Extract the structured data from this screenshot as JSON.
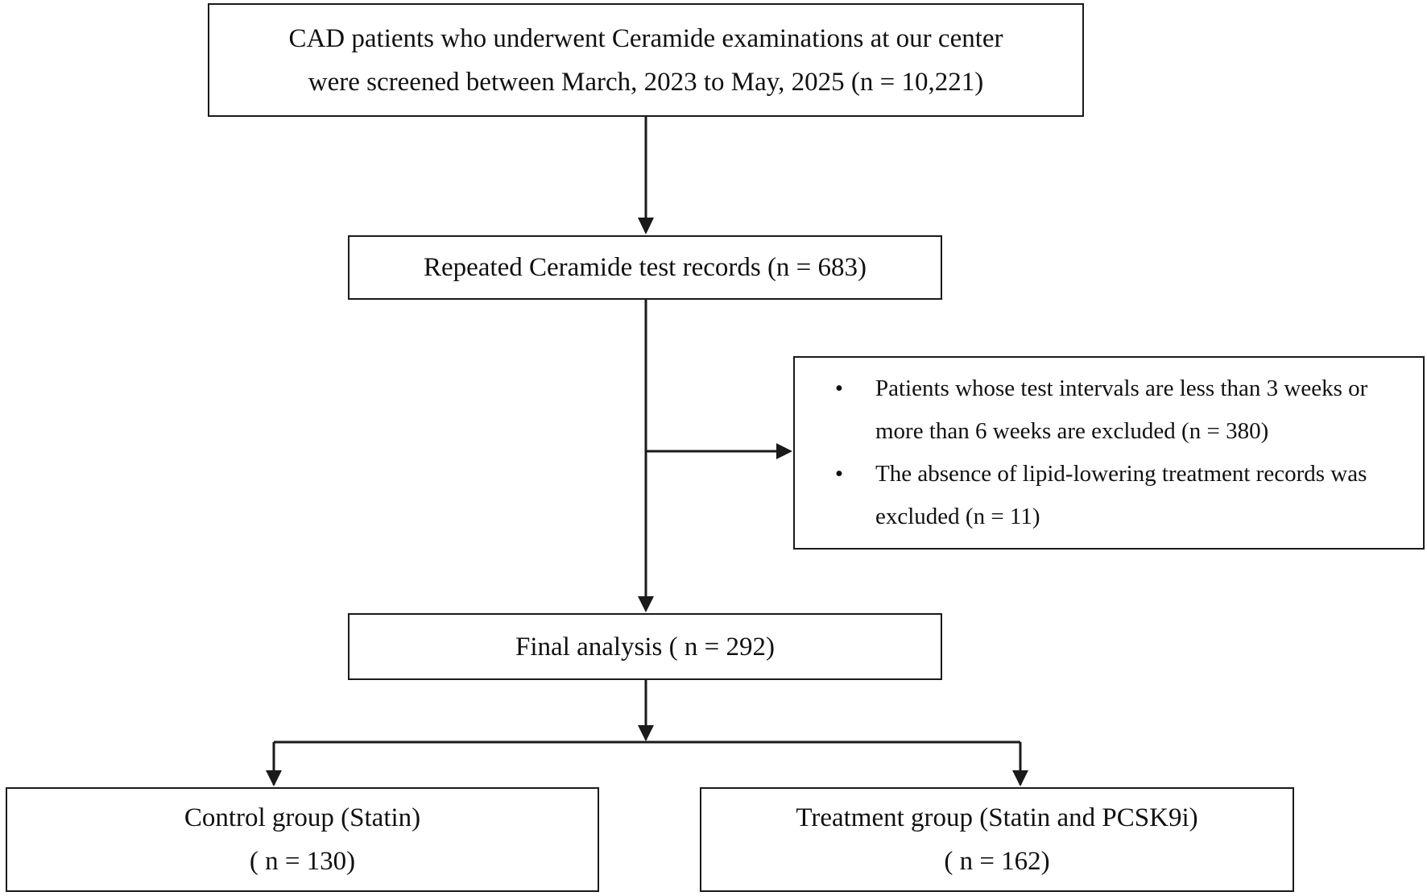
{
  "boxes": {
    "screened": {
      "line1": "CAD patients who underwent Ceramide examinations at our center",
      "line2": "were screened between March, 2023 to May, 2025 (n = 10,221)"
    },
    "repeated": {
      "line1": "Repeated Ceramide test records (n = 683)"
    },
    "exclusion": {
      "items": [
        {
          "bullet": "•",
          "line1": "Patients whose test intervals are less than 3 weeks or",
          "line2": "more than 6 weeks are excluded (n = 380)"
        },
        {
          "bullet": "•",
          "line1": "The absence of lipid-lowering treatment records was",
          "line2": "excluded (n = 11)"
        }
      ]
    },
    "final": {
      "line1": "Final analysis ( n = 292)"
    },
    "control": {
      "line1": "Control group (Statin)",
      "line2": "( n = 130)"
    },
    "treatment": {
      "line1": "Treatment group (Statin and PCSK9i)",
      "line2": "( n = 162)"
    }
  },
  "colors": {
    "line": "#1a1a1a",
    "background": "#ffffff"
  }
}
